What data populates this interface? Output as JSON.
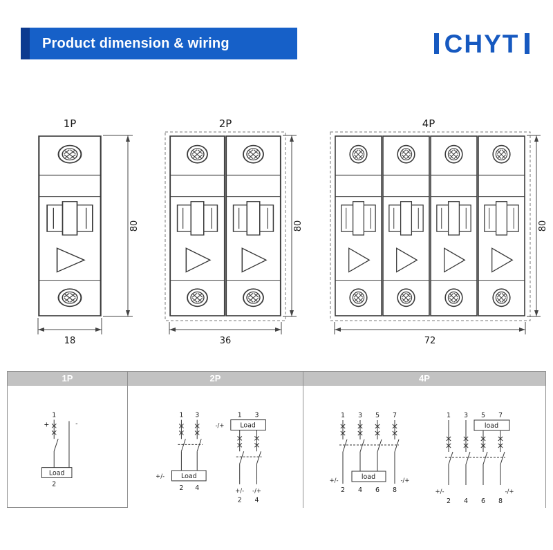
{
  "header": {
    "title": "Product dimension & wiring",
    "logo": "CHYT"
  },
  "colors": {
    "banner": "#1660c8",
    "banner_bar": "#0c3a8f",
    "logo": "#1659c0",
    "table_header_bg": "#c2c2c2",
    "drawing_line": "#3a3a3a"
  },
  "drawings": {
    "height": "80",
    "p1": {
      "label": "1P",
      "width": "18"
    },
    "p2": {
      "label": "2P",
      "width": "36"
    },
    "p4": {
      "label": "4P",
      "width": "72"
    }
  },
  "wiring": {
    "p1": {
      "header": "1P",
      "top": [
        "1"
      ],
      "plus": "+",
      "minus": "-",
      "load": "Load",
      "bottom": [
        "2"
      ]
    },
    "p2": {
      "header": "2P",
      "a": {
        "top": [
          "1",
          "3"
        ],
        "load": "Load",
        "pol_left": "+/-",
        "bottom": [
          "2",
          "4"
        ]
      },
      "b": {
        "pol_top": "-/+",
        "top": [
          "1",
          "3"
        ],
        "load": "Load",
        "pol_left": "+/-",
        "pol_right": "-/+",
        "bottom": [
          "2",
          "4"
        ]
      }
    },
    "p4": {
      "header": "4P",
      "a": {
        "top": [
          "1",
          "3",
          "5",
          "7"
        ],
        "load": "load",
        "pol_left": "+/-",
        "pol_right": "-/+",
        "bottom": [
          "2",
          "4",
          "6",
          "8"
        ]
      },
      "b": {
        "top": [
          "1",
          "3",
          "5",
          "7"
        ],
        "load": "load",
        "pol_left": "+/-",
        "pol_right": "-/+",
        "bottom": [
          "2",
          "4",
          "6",
          "8"
        ]
      }
    }
  }
}
